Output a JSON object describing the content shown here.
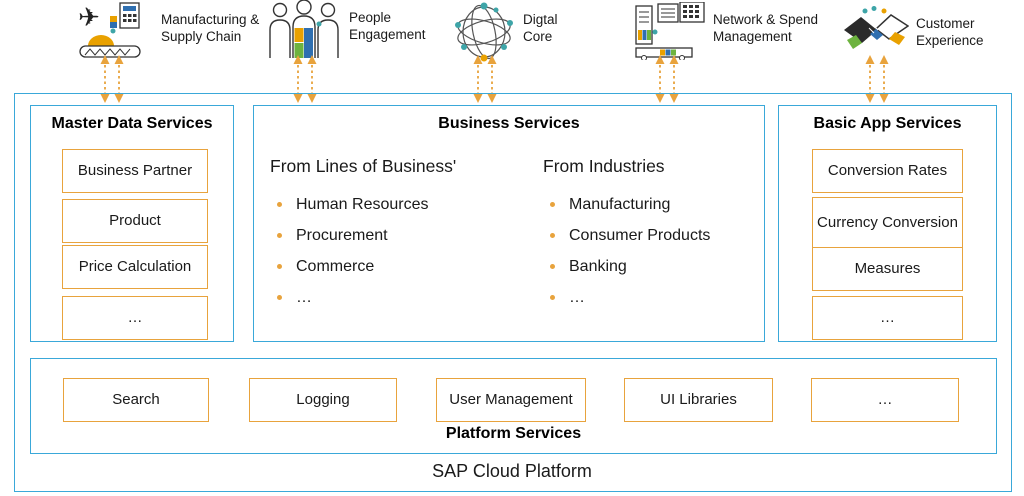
{
  "colors": {
    "blue_border": "#3aa8d9",
    "gold_border": "#e8a33d",
    "gold": "#e9a100",
    "blue": "#2f6fb0",
    "green": "#6db33f",
    "teal": "#3ea5a8"
  },
  "top": {
    "items": [
      {
        "line1": "Manufacturing &",
        "line2": "Supply Chain"
      },
      {
        "line1": "People",
        "line2": "Engagement"
      },
      {
        "line1": "Digtal",
        "line2": "Core"
      },
      {
        "line1": "Network & Spend",
        "line2": "Management"
      },
      {
        "line1": "Customer",
        "line2": "Experience"
      }
    ]
  },
  "master_data": {
    "title": "Master Data Services",
    "items": [
      "Business Partner",
      "Product",
      "Price Calculation",
      "…"
    ]
  },
  "business_services": {
    "title": "Business Services",
    "columns": [
      {
        "heading": "From Lines of Business'",
        "items": [
          "Human Resources",
          "Procurement",
          "Commerce",
          "…"
        ]
      },
      {
        "heading": "From Industries",
        "items": [
          "Manufacturing",
          "Consumer Products",
          "Banking",
          "…"
        ]
      }
    ]
  },
  "basic_app": {
    "title": "Basic App Services",
    "items": [
      "Conversion Rates",
      "Currency Conversion",
      "Measures",
      "…"
    ]
  },
  "platform": {
    "title": "Platform Services",
    "items": [
      "Search",
      "Logging",
      "User Management",
      "UI Libraries",
      "…"
    ]
  },
  "footer": "SAP Cloud Platform"
}
